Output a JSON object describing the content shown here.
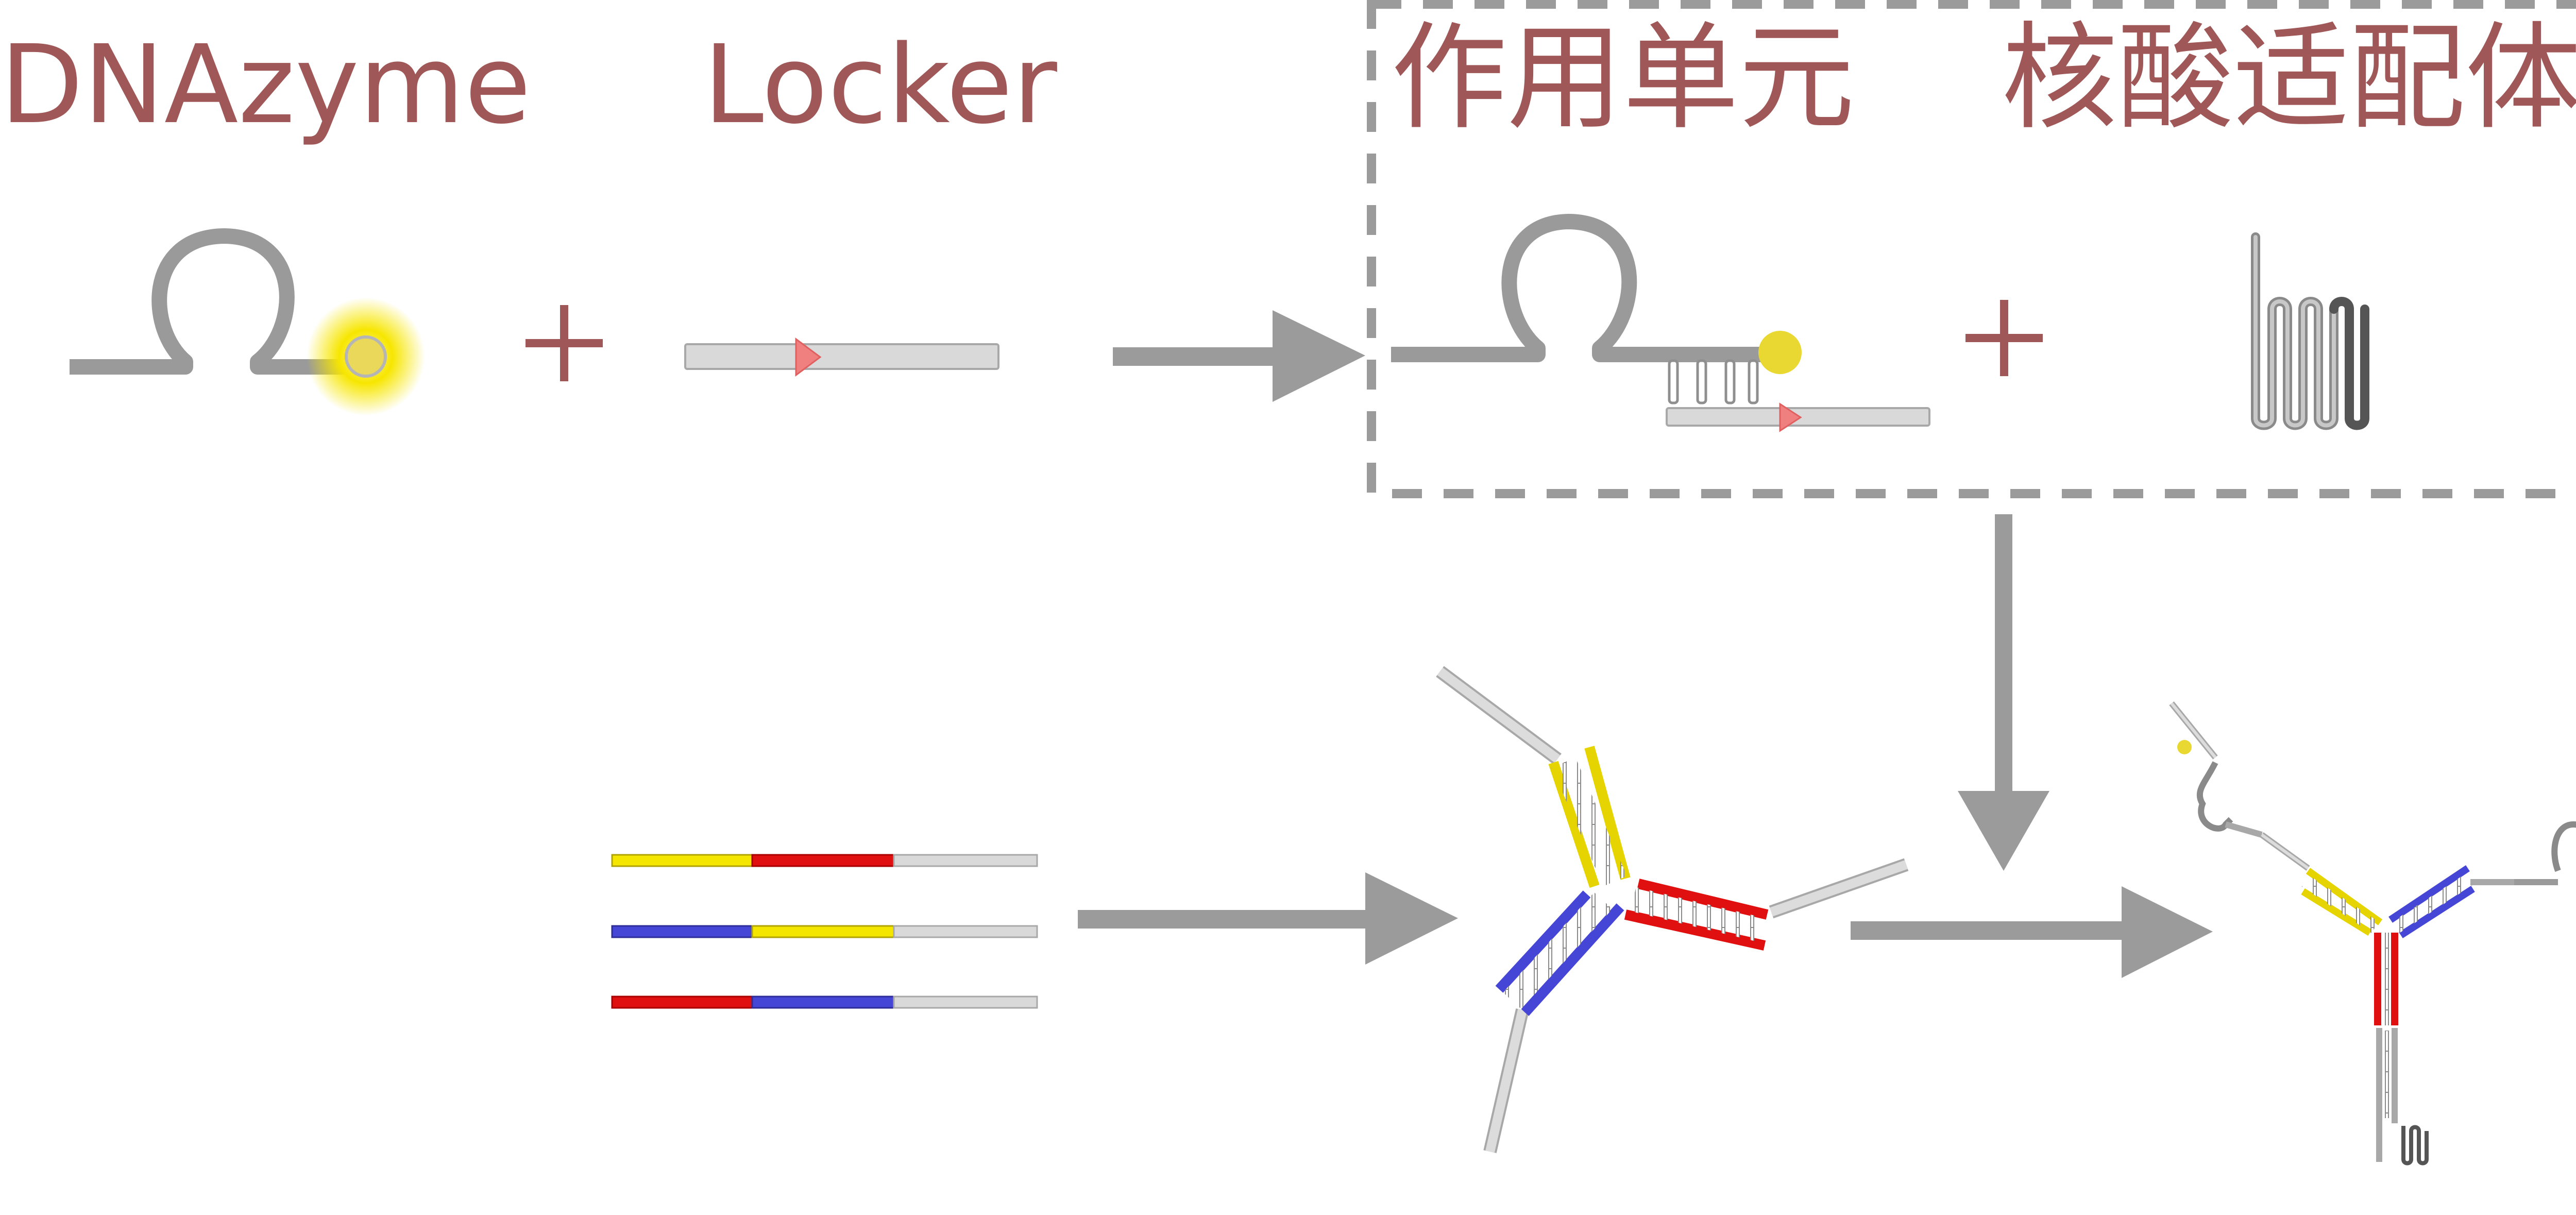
{
  "labels": {
    "dnazyme": "DNAzyme",
    "locker": "Locker",
    "functional_unit": "作用单元",
    "aptamer": "核酸适配体"
  },
  "symbols": {
    "plus": "+"
  },
  "colors": {
    "label_text": "#a05757",
    "strand_gray": "#9a9a9a",
    "strand_light": "#d9d9d9",
    "arrow_gray": "#9b9b9b",
    "glow_yellow": "#f2dc1f",
    "locker_marker": "#f08080",
    "strand_yellow": "#f5e600",
    "strand_red": "#e01010",
    "strand_blue": "#4646d6"
  }
}
